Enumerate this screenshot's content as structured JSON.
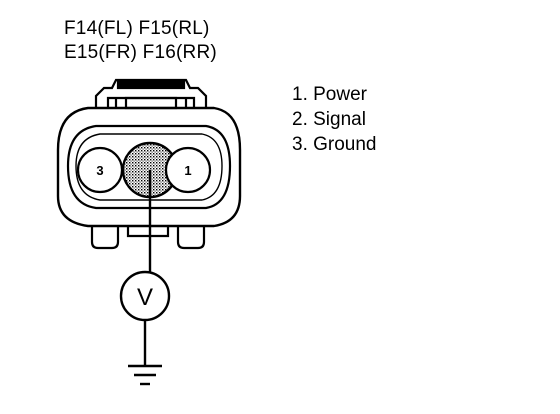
{
  "header": {
    "line1": "F14(FL) F15(RL)",
    "line2": "E15(FR) F16(RR)"
  },
  "legend": {
    "items": [
      "1. Power",
      "2. Signal",
      "3. Ground"
    ]
  },
  "connector": {
    "pin_left_label": "3",
    "pin_right_label": "1"
  },
  "meter": {
    "label": "V"
  }
}
